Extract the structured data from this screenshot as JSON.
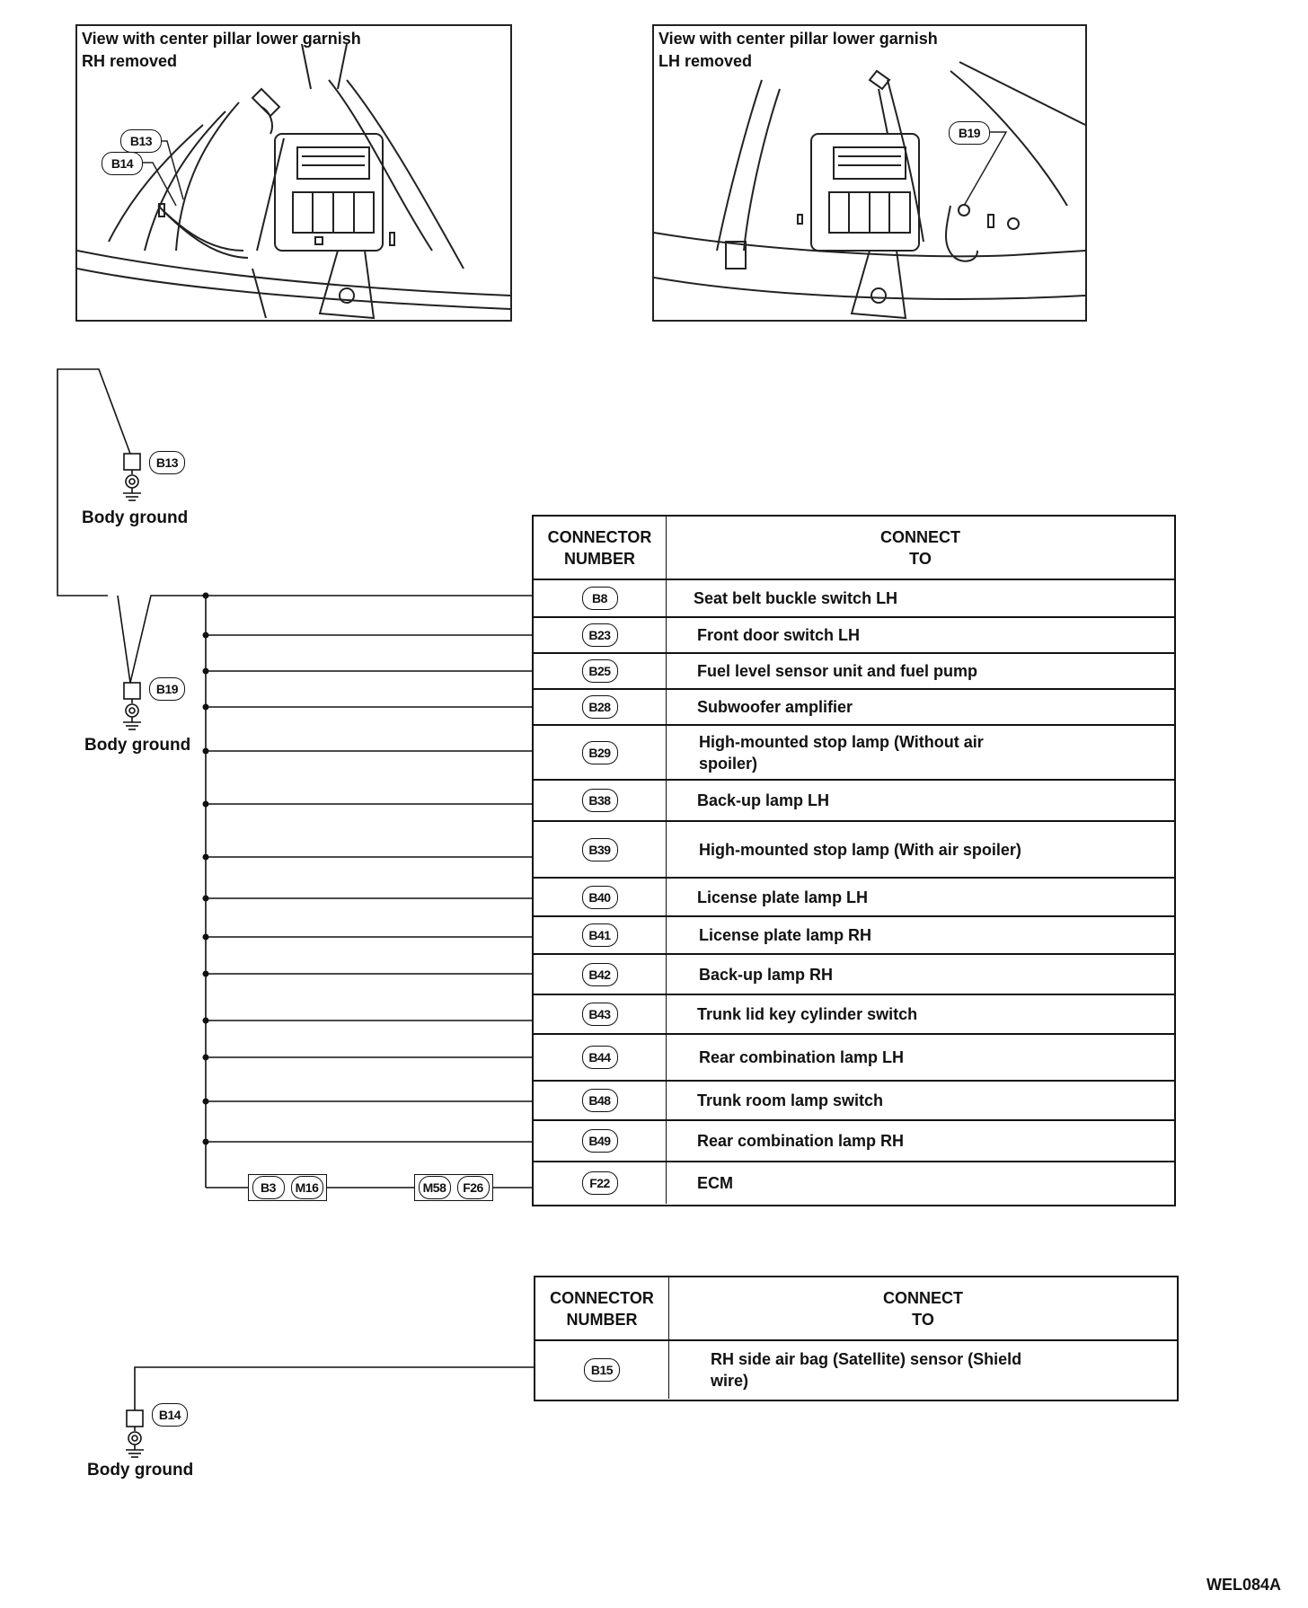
{
  "views": [
    {
      "title_lines": [
        "View with center pillar lower garnish",
        "RH removed"
      ],
      "callouts": [
        "B13",
        "B14"
      ]
    },
    {
      "title_lines": [
        "View with center pillar lower garnish",
        "LH removed"
      ],
      "callouts": [
        "B19"
      ]
    }
  ],
  "grounds": [
    {
      "connector": "B13",
      "label": "Body ground"
    },
    {
      "connector": "B19",
      "label": "Body ground"
    },
    {
      "connector": "B14",
      "label": "Body ground"
    }
  ],
  "table1": {
    "header": {
      "col1": [
        "CONNECTOR",
        "NUMBER"
      ],
      "col2": [
        "CONNECT",
        "TO"
      ]
    },
    "rows": [
      {
        "connector": "B8",
        "connect_to": "Seat belt buckle switch LH"
      },
      {
        "connector": "B23",
        "connect_to": "Front door switch LH"
      },
      {
        "connector": "B25",
        "connect_to": "Fuel level sensor unit and fuel pump"
      },
      {
        "connector": "B28",
        "connect_to": "Subwoofer amplifier"
      },
      {
        "connector": "B29",
        "connect_to": "High-mounted stop lamp (Without air spoiler)"
      },
      {
        "connector": "B38",
        "connect_to": "Back-up lamp LH"
      },
      {
        "connector": "B39",
        "connect_to": "High-mounted stop lamp (With air spoiler)"
      },
      {
        "connector": "B40",
        "connect_to": "License plate lamp LH"
      },
      {
        "connector": "B41",
        "connect_to": "License plate lamp RH"
      },
      {
        "connector": "B42",
        "connect_to": "Back-up lamp RH"
      },
      {
        "connector": "B43",
        "connect_to": "Trunk lid key cylinder switch"
      },
      {
        "connector": "B44",
        "connect_to": "Rear combination lamp LH"
      },
      {
        "connector": "B48",
        "connect_to": "Trunk room lamp switch"
      },
      {
        "connector": "B49",
        "connect_to": "Rear combination lamp RH"
      },
      {
        "connector": "F22",
        "connect_to": "ECM"
      }
    ]
  },
  "inline_connectors": [
    [
      "B3",
      "M16"
    ],
    [
      "M58",
      "F26"
    ]
  ],
  "table2": {
    "header": {
      "col1": [
        "CONNECTOR",
        "NUMBER"
      ],
      "col2": [
        "CONNECT",
        "TO"
      ]
    },
    "rows": [
      {
        "connector": "B15",
        "connect_to": "RH side air bag (Satellite) sensor (Shield wire)"
      }
    ]
  },
  "figure_code": "WEL084A"
}
